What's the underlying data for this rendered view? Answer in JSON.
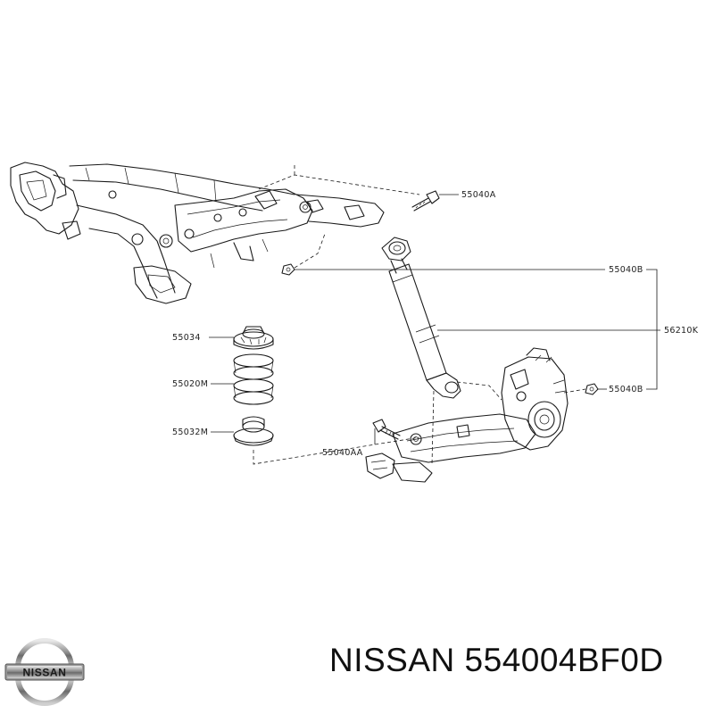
{
  "diagram": {
    "callouts": {
      "bolt_upper": "55040A",
      "nut_upper": "55040B",
      "shock_absorber": "56210K",
      "nut_lower": "55040B",
      "bolt_lower": "55040AA",
      "spring_seat_upper": "55034",
      "coil_spring": "55020M",
      "spring_seat_lower": "55032M"
    }
  },
  "brand": {
    "logo_text": "NISSAN",
    "caption": "NISSAN 554004BF0D"
  }
}
